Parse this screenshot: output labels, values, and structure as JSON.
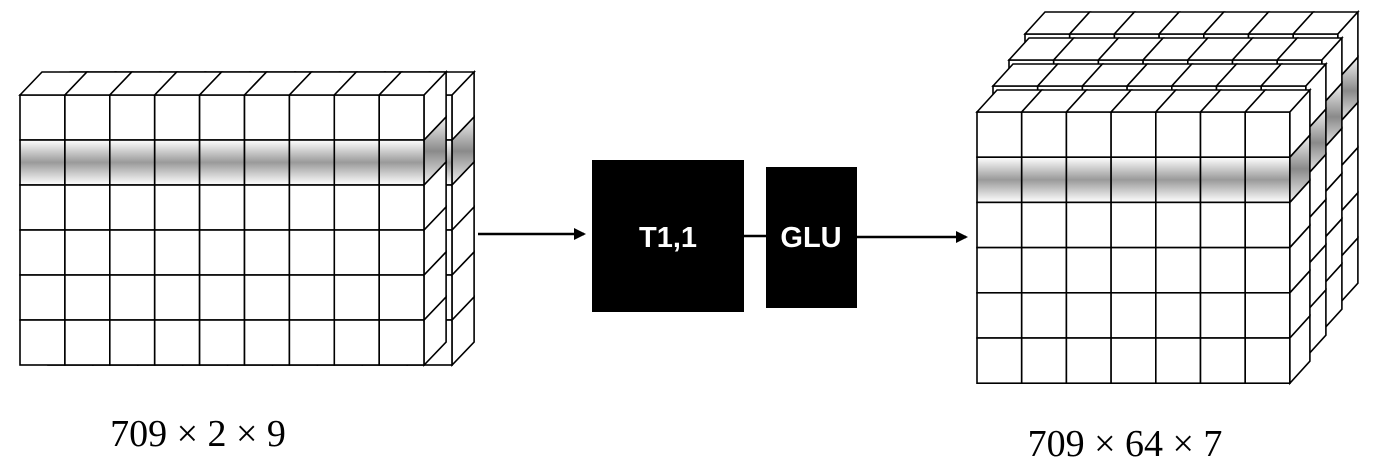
{
  "blocks": {
    "conv": {
      "label": "T1,1"
    },
    "activation": {
      "label": "GLU"
    }
  },
  "tensors": {
    "input": {
      "shape_label": "709 × 2 × 9",
      "columns": 9,
      "rows": 6,
      "depth_slices": 2
    },
    "output": {
      "shape_label": "709 × 64 × 7",
      "columns": 7,
      "rows": 6,
      "depth_slices": 4
    }
  },
  "colors": {
    "cube_fill": "#ffffff",
    "cube_stroke": "#000000",
    "block_fill": "#000000",
    "highlight_gradient": [
      "#ffffff",
      "#9a9a9a",
      "#ffffff"
    ]
  }
}
